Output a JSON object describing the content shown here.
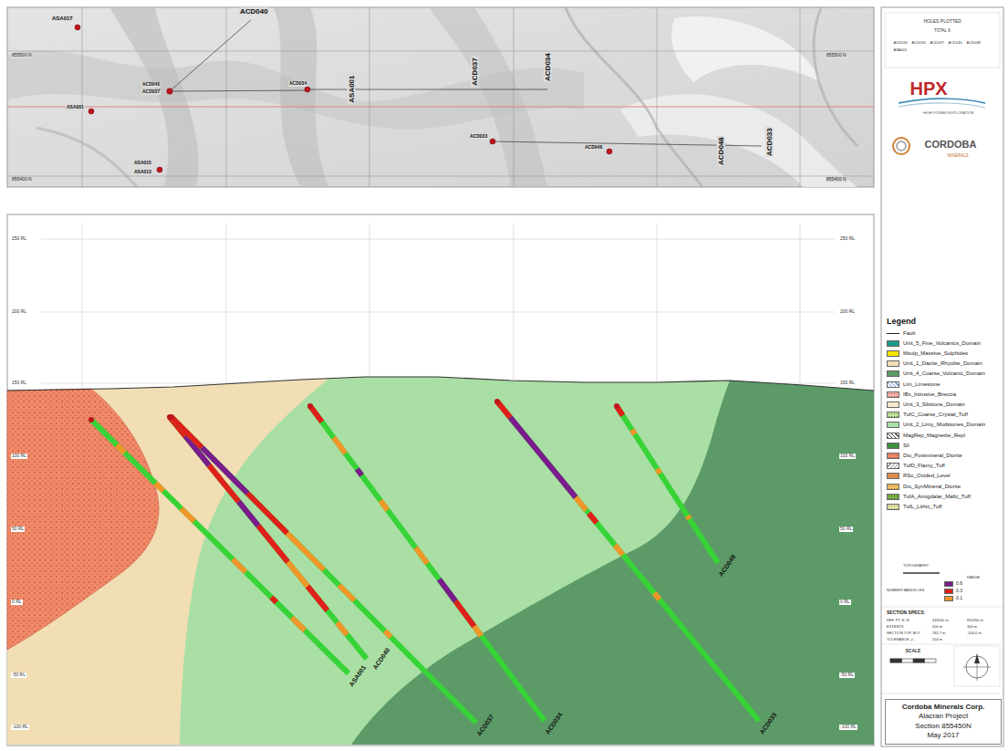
{
  "diagram": {
    "nodes": [
      {
        "text": [
          "Cordoba Minerals Corp.",
          "Alacran Project",
          "Section 855450N",
          "May 2017"
        ]
      }
    ],
    "labels": [
      "ASA017",
      "ACD040",
      "ACD040",
      "ACD037",
      "ACD034",
      "ASA001",
      "ASA001",
      "ACD037",
      "ACD034",
      "ACD033",
      "ACD048",
      "ACD048",
      "ACD033",
      "ASA015",
      "ASA013",
      "855500 N",
      "855500 N",
      "855400 N",
      "855400 N",
      "250 RL",
      "200 RL",
      "150 RL",
      "100 RL",
      "50 RL",
      "0 RL",
      "-50 RL",
      "-100 RL",
      "250 RL",
      "200 RL",
      "150 RL",
      "100 RL",
      "50 RL",
      "0 RL",
      "-50 RL",
      "-100 RL",
      "ASA001",
      "ACD040",
      "ACD037",
      "ACD034",
      "ACD033",
      "ACD048",
      "HOLES PLOTTED",
      "TOTAL 6",
      "ACD033",
      "ACD034",
      "ACD037",
      "ACD040",
      "ACD048",
      "ASA001",
      "HPX",
      "HIGH POWER EXPLORATION",
      "CORDOBA",
      "MINERALS",
      "Legend",
      "TOPOGRAPHY",
      "NUMBER BANDS LHS",
      "RANGE",
      "SECTION SPECS:",
      "REF. PT. E, N",
      "418100 m",
      "855450 m",
      "EXTENTS",
      "500 m",
      "300 m",
      "SECTION TOP, BOT",
      "281.7 m",
      "-104.0 m",
      "TOLERANCE +/-",
      "100 m",
      "SCALE"
    ],
    "legend": [
      {
        "text": "Fault"
      },
      {
        "text": "Unit_5_Fine_Volcanics_Domain",
        "color": "#1a9a8a"
      },
      {
        "text": "Msulp_Massive_Sulphides",
        "color": "#f2e600"
      },
      {
        "text": "Unit_1_Dacite_Rhyolite_Domain",
        "color": "#f1deb4"
      },
      {
        "text": "Unit_4_Coarse_Volcanic_Domain",
        "color": "#5c9a68"
      },
      {
        "text": "Lim_Limestone"
      },
      {
        "text": "IBx_Intrusive_Breccia"
      },
      {
        "text": "Unit_3_Siltstone_Domain",
        "color": "#f7e7cc"
      },
      {
        "text": "TufC_Coarse_Crystal_Tuff"
      },
      {
        "text": "Unit_2_Limy_Mudstones_Domain",
        "color": "#a9dfa4"
      },
      {
        "text": "MagRep_Magnetite_Repl"
      },
      {
        "text": "Sil",
        "color": "#3f8f3f"
      },
      {
        "text": "Dio_Postmineral_Diorite"
      },
      {
        "text": "TufD_Flamy_Tuff"
      },
      {
        "text": "RSo_Oxided_Level",
        "color": "#d98c4e"
      },
      {
        "text": "Dio_SynMineral_Diorite"
      },
      {
        "text": "TufA_Amigdalar_Mafic_Tuff"
      },
      {
        "text": "TufL_Lithic_Tuff"
      },
      {
        "text": "0.6",
        "color": "#7a1c8c"
      },
      {
        "text": "0.3",
        "color": "#e0201a"
      },
      {
        "text": "0.1",
        "color": "#f0962a"
      }
    ]
  }
}
